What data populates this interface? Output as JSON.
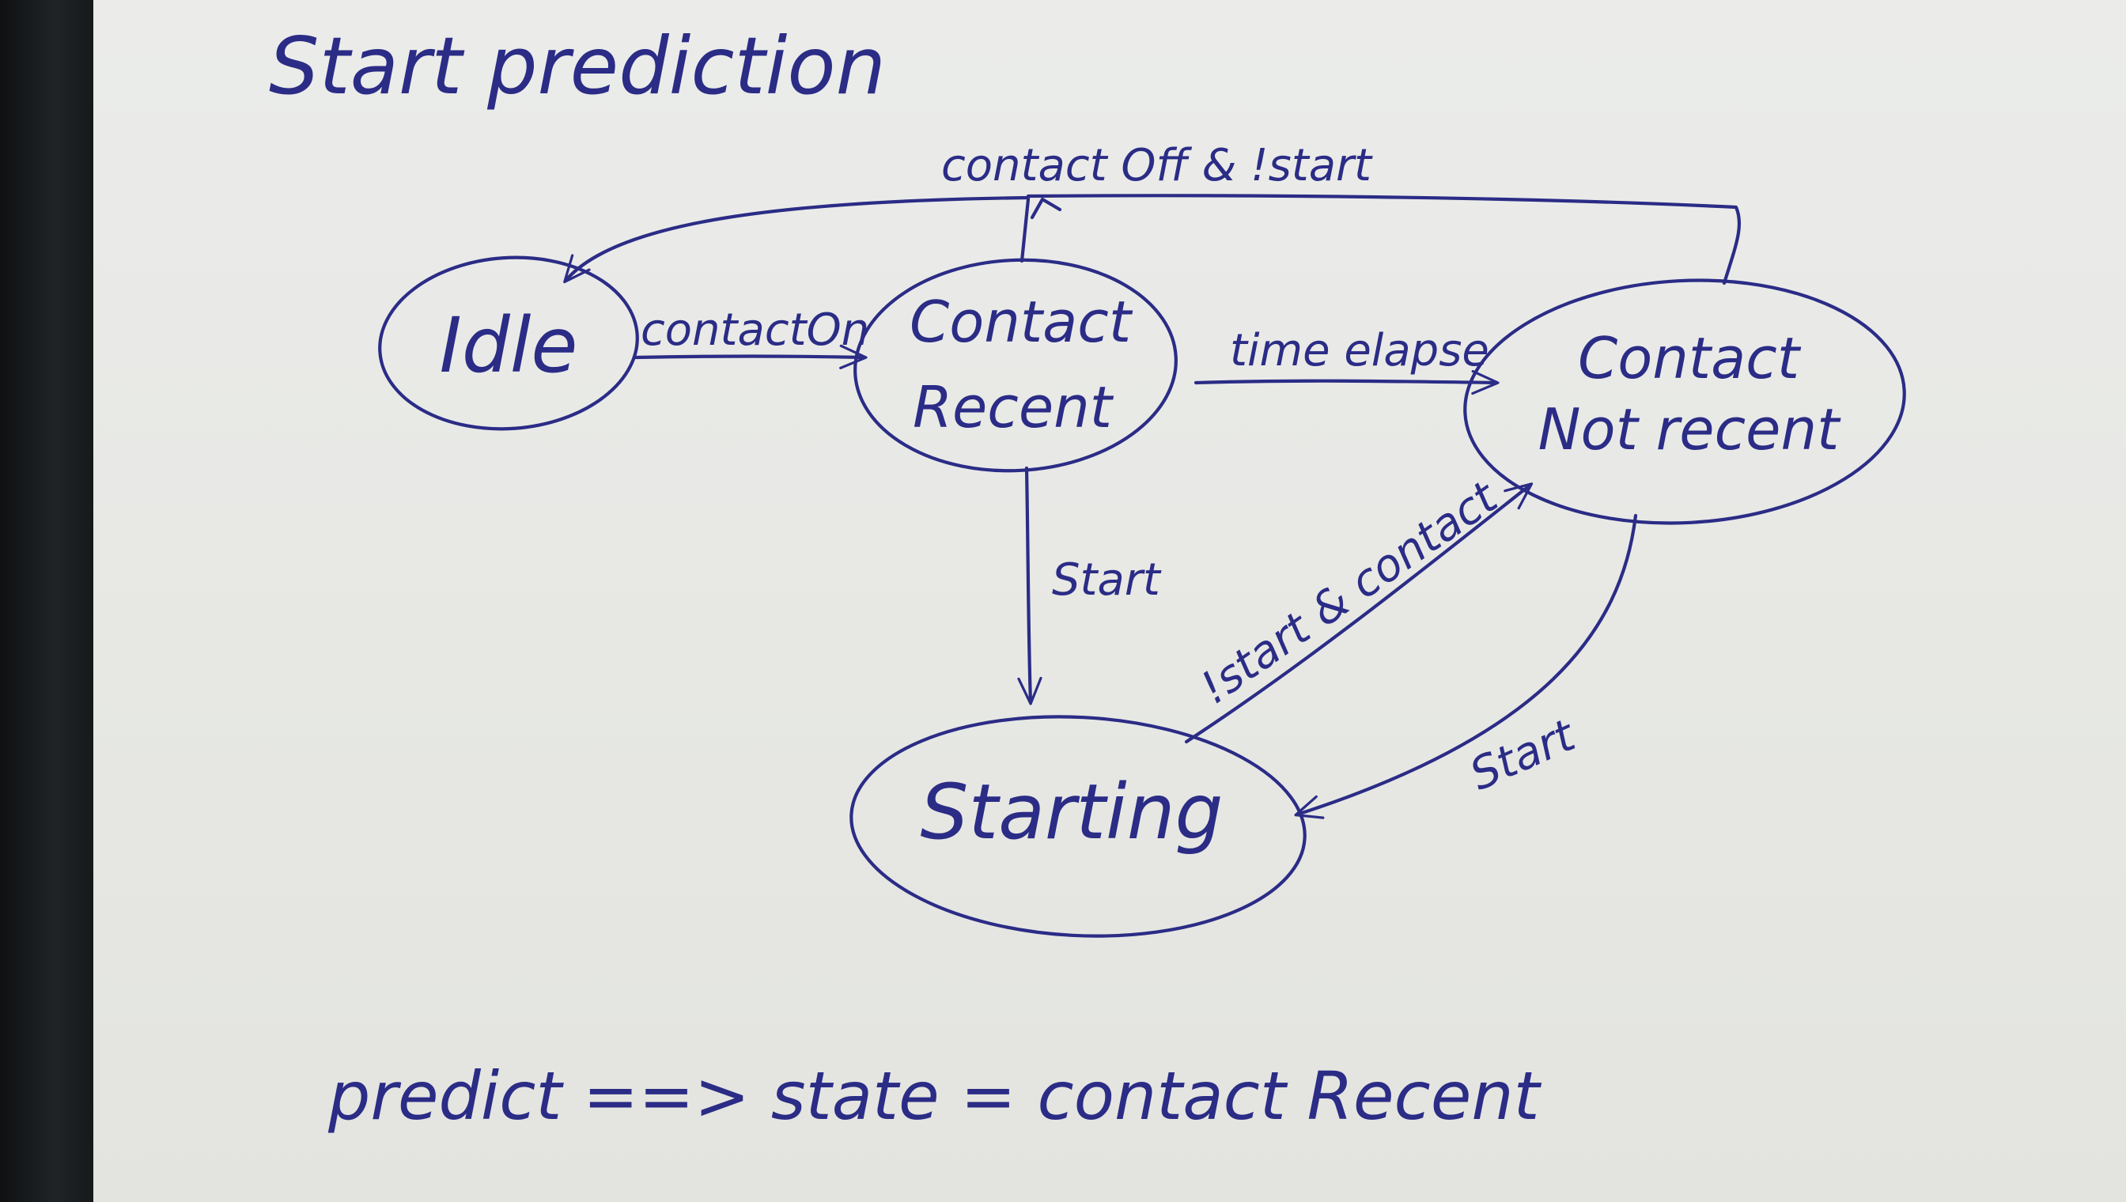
{
  "title": "Start prediction",
  "states": {
    "idle": "Idle",
    "contact_recent": {
      "line1": "Contact",
      "line2": "Recent"
    },
    "contact_not_recent": {
      "line1": "Contact",
      "line2": "Not recent"
    },
    "starting": "Starting"
  },
  "transitions": {
    "contact_off_not_start": "contact Off & !start",
    "contact_on": "contactOn",
    "time_elapse": "time elapse",
    "start_recent": "Start",
    "not_start_and_contact": "!start & contact",
    "start_not_recent": "Start"
  },
  "footer": "predict ==> state = contact Recent",
  "colors": {
    "ink": "#2b2c86",
    "paper": "#e8e9e6",
    "background": "#1a1c1e"
  }
}
